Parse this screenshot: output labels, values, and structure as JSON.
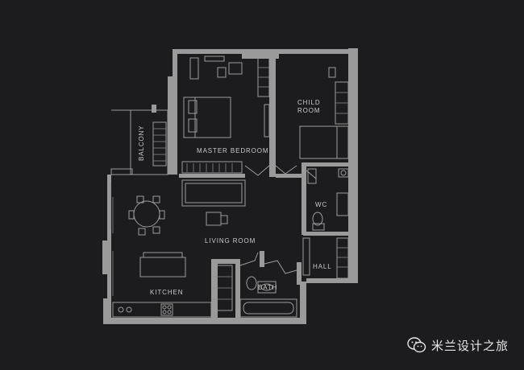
{
  "plan": {
    "rooms": {
      "master_bedroom": "MASTER BEDROOM",
      "child_room_line1": "CHILD",
      "child_room_line2": "ROOM",
      "balcony": "BALCONY",
      "wc": "WC",
      "living_room": "LIVING ROOM",
      "kitchen": "KITCHEN",
      "bath": "BATH",
      "hall": "HALL"
    },
    "colors": {
      "background": "#1c1c1e",
      "lines": "#9a9a9a",
      "text": "#c9c9c9"
    }
  },
  "watermark": {
    "icon": "wechat-icon",
    "text": "米兰设计之旅"
  }
}
